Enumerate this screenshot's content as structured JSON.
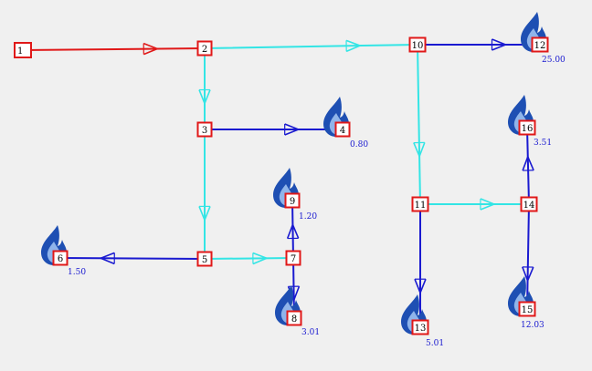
{
  "colors": {
    "source_pipe": "#e01818",
    "main_pipe": "#33e5e5",
    "branch_pipe": "#1a1ad0",
    "node_border": "#e01818",
    "node_fill": "#ffffff",
    "flame_outer": "#1e4fb3",
    "flame_inner": "#8fb4ea",
    "value_text": "#1a1ad0",
    "background": "#f0f0f0"
  },
  "nodes": [
    {
      "id": "1",
      "label": "1",
      "is_source": true
    },
    {
      "id": "2",
      "label": "2"
    },
    {
      "id": "3",
      "label": "3"
    },
    {
      "id": "4",
      "label": "4",
      "consumer": true,
      "demand": "0.80"
    },
    {
      "id": "5",
      "label": "5"
    },
    {
      "id": "6",
      "label": "6",
      "consumer": true,
      "demand": "1.50"
    },
    {
      "id": "7",
      "label": "7"
    },
    {
      "id": "8",
      "label": "8",
      "consumer": true,
      "demand": "3.01"
    },
    {
      "id": "9",
      "label": "9",
      "consumer": true,
      "demand": "1.20"
    },
    {
      "id": "10",
      "label": "10"
    },
    {
      "id": "11",
      "label": "11"
    },
    {
      "id": "12",
      "label": "12",
      "consumer": true,
      "demand": "25.00"
    },
    {
      "id": "13",
      "label": "13",
      "consumer": true,
      "demand": "5.01"
    },
    {
      "id": "14",
      "label": "14"
    },
    {
      "id": "15",
      "label": "15",
      "consumer": true,
      "demand": "12.03"
    },
    {
      "id": "16",
      "label": "16",
      "consumer": true,
      "demand": "3.51"
    }
  ],
  "pipes": [
    {
      "from": "1",
      "to": "2",
      "kind": "source"
    },
    {
      "from": "2",
      "to": "10",
      "kind": "main"
    },
    {
      "from": "2",
      "to": "3",
      "kind": "main"
    },
    {
      "from": "3",
      "to": "5",
      "kind": "main"
    },
    {
      "from": "5",
      "to": "7",
      "kind": "main"
    },
    {
      "from": "10",
      "to": "11",
      "kind": "main"
    },
    {
      "from": "11",
      "to": "14",
      "kind": "main"
    },
    {
      "from": "10",
      "to": "12",
      "kind": "branch"
    },
    {
      "from": "3",
      "to": "4",
      "kind": "branch"
    },
    {
      "from": "5",
      "to": "6",
      "kind": "branch"
    },
    {
      "from": "7",
      "to": "9",
      "kind": "branch"
    },
    {
      "from": "7",
      "to": "8",
      "kind": "branch"
    },
    {
      "from": "11",
      "to": "13",
      "kind": "branch"
    },
    {
      "from": "14",
      "to": "16",
      "kind": "branch"
    },
    {
      "from": "14",
      "to": "15",
      "kind": "branch"
    }
  ]
}
